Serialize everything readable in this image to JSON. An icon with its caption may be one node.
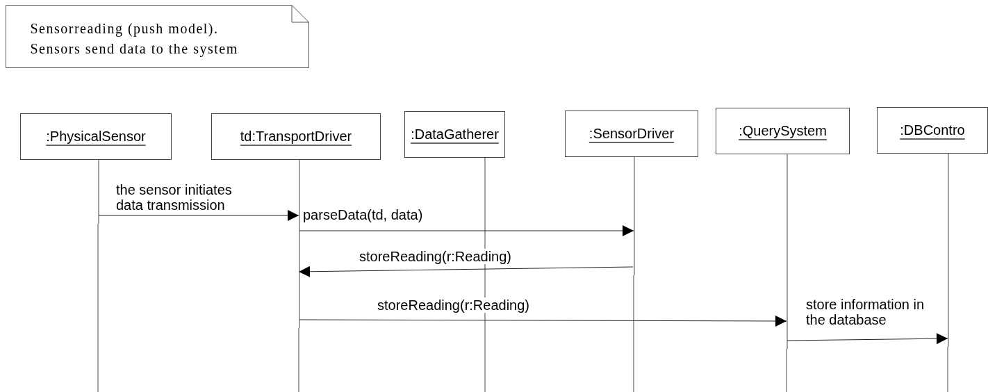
{
  "diagram": {
    "nodes": [
      {
        "text": [
          "Sensorreading (push model). Sensors send data to the system"
        ]
      },
      {
        "text": [
          ":PhysicalSensor"
        ]
      },
      {
        "text": [
          "td:TransportDriver"
        ]
      },
      {
        "text": [
          ":DataGatherer"
        ]
      },
      {
        "text": [
          ":SensorDriver"
        ]
      },
      {
        "text": [
          ":QuerySystem"
        ]
      },
      {
        "text": [
          ":DBContro"
        ]
      }
    ],
    "edges": [
      {
        "from": 1,
        "to": 2,
        "arrow": "to",
        "label": "the sensor initiates data transmission"
      },
      {
        "from": 2,
        "to": 4,
        "arrow": "to",
        "label": "parseData(td, data)"
      },
      {
        "from": 4,
        "to": 2,
        "arrow": "to",
        "label": "storeReading(r:Reading)"
      },
      {
        "from": 2,
        "to": 5,
        "arrow": "to",
        "label": "storeReading(r:Reading)"
      },
      {
        "from": 5,
        "to": 6,
        "arrow": "to",
        "label": "store information in the database"
      }
    ]
  }
}
